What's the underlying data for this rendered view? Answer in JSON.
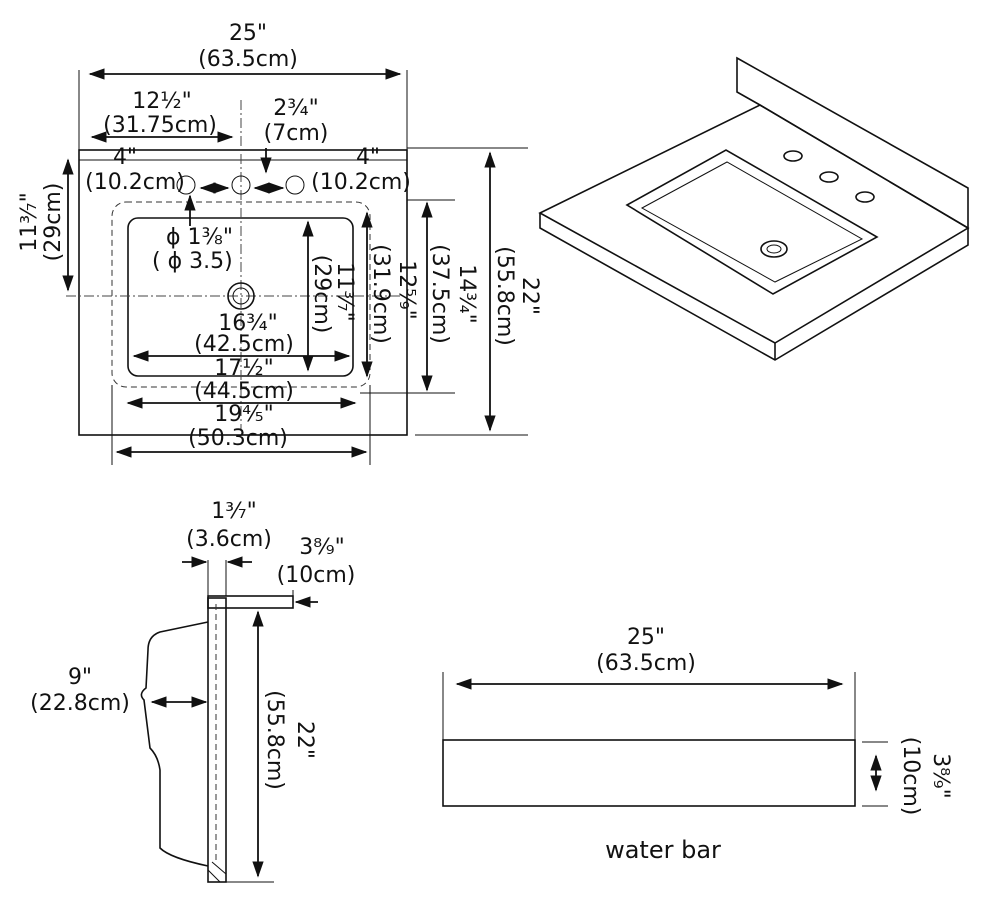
{
  "top_view": {
    "overall_width_in": "25\"",
    "overall_width_cm": "(63.5cm)",
    "faucet_center_in": "12½\"",
    "faucet_center_cm": "(31.75cm)",
    "backsplash_to_hole_in": "2¾\"",
    "backsplash_to_hole_cm": "(7cm)",
    "left_spread_in": "4\"",
    "left_spread_cm": "(10.2cm)",
    "right_spread_in": "4\"",
    "right_spread_cm": "(10.2cm)",
    "drain_to_back_in": "11³⁄₇\"",
    "drain_to_back_cm": "(29cm)",
    "drain_dia_in": "ϕ 1⅜\"",
    "drain_dia_cm": "( ϕ 3.5)",
    "bowl_depth_in": "11³⁄₇\"",
    "bowl_depth_cm": "(29cm)",
    "basin_outer_depth_in": "12⁵⁄₉\"",
    "basin_outer_depth_cm": "(31.9cm)",
    "cutout_depth_in": "14¾\"",
    "cutout_depth_cm": "(37.5cm)",
    "overall_depth_in": "22\"",
    "overall_depth_cm": "(55.8cm)",
    "bowl_width_in": "16¾\"",
    "bowl_width_cm": "(42.5cm)",
    "basin_width_in": "17½\"",
    "basin_width_cm": "(44.5cm)",
    "flange_width_in": "19⁴⁄₅\"",
    "flange_width_cm": "(50.3cm)"
  },
  "side_view": {
    "top_thickness_in": "1³⁄₇\"",
    "top_thickness_cm": "(3.6cm)",
    "backsplash_height_in": "3⁸⁄₉\"",
    "backsplash_height_cm": "(10cm)",
    "bowl_depth_in": "9\"",
    "bowl_depth_cm": "(22.8cm)",
    "depth_in": "22\"",
    "depth_cm": "(55.8cm)"
  },
  "water_bar": {
    "width_in": "25\"",
    "width_cm": "(63.5cm)",
    "height_in": "3⁸⁄₉\"",
    "height_cm": "(10cm)",
    "label": "water bar"
  }
}
